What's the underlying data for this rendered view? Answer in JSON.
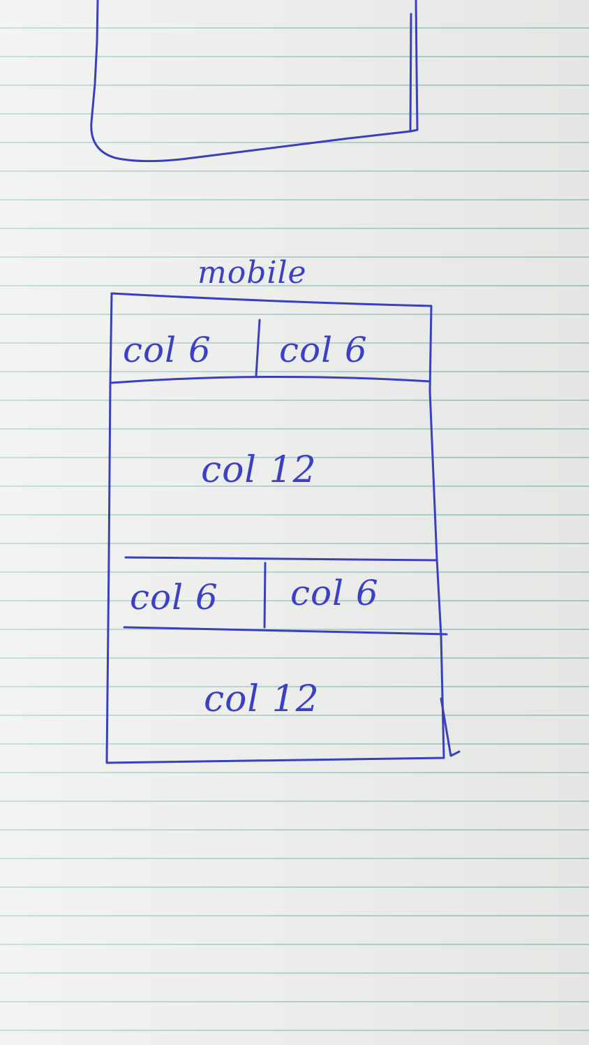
{
  "diagram": {
    "title": "mobile",
    "rows": [
      {
        "cells": [
          "col 6",
          "col 6"
        ]
      },
      {
        "cells": [
          "col 12"
        ]
      },
      {
        "cells": [
          "col 6",
          "col 6"
        ]
      },
      {
        "cells": [
          "col 12"
        ]
      }
    ],
    "ink_color": "#3a3fbf"
  }
}
